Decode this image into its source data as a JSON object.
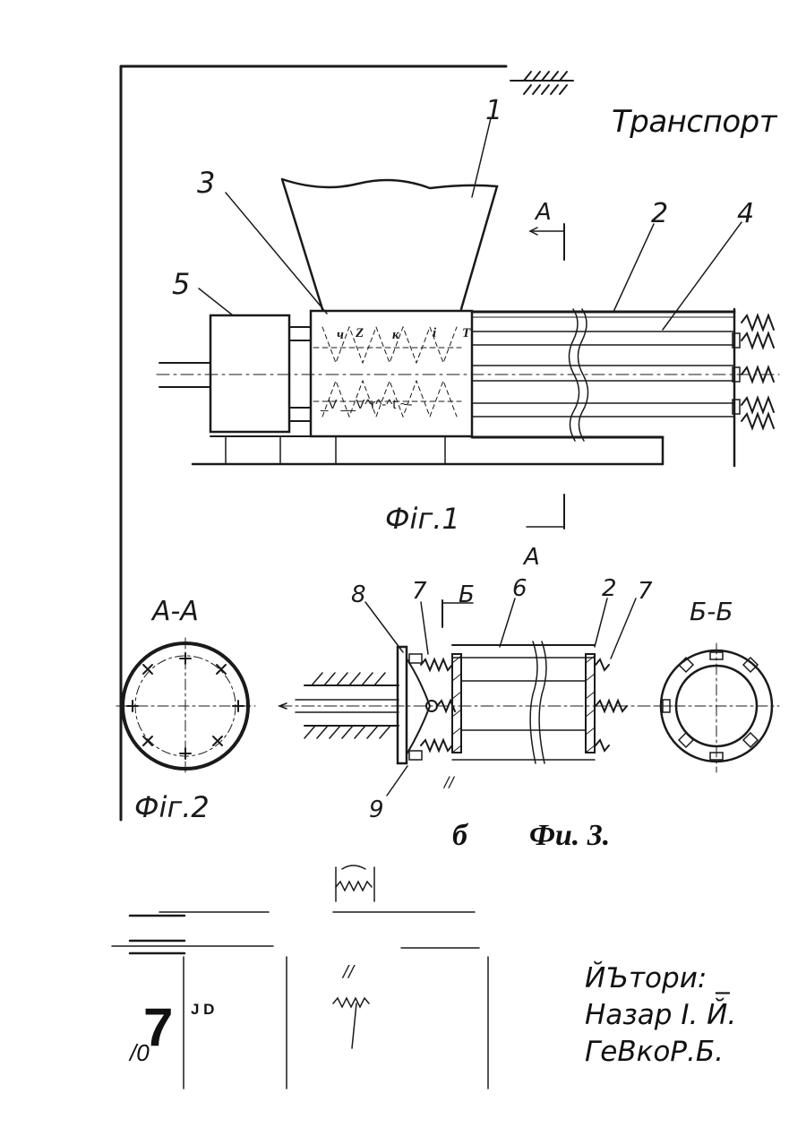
{
  "header": {
    "title": "Транспорт"
  },
  "figures": {
    "fig1": {
      "caption": "Фіг.1",
      "callouts": [
        "1",
        "2",
        "3",
        "4",
        "5"
      ],
      "section_mark": "А",
      "section_mark_bottom": "А",
      "screw_marks_top": [
        "ч",
        "Z",
        "к",
        "i",
        "T"
      ],
      "screw_marks_bottom": "_V __V^r^-^t ~-"
    },
    "fig2": {
      "caption": "Фіг.2",
      "section_title": "А-А"
    },
    "fig3": {
      "caption": "Фи. 3.",
      "prefix": "б",
      "callouts": [
        "8",
        "7",
        "6",
        "2",
        "7",
        "9"
      ],
      "section_mark": "Б",
      "section_title": "Б-Б",
      "mark_small": "//"
    }
  },
  "stamp": {
    "page_number": "7",
    "page_sub": "/0",
    "letter": "J D",
    "mark": "//"
  },
  "authors": {
    "label": "ЙЪтори: _",
    "lines": [
      "Назар І. Й.",
      "ГеВкоР.Б."
    ]
  }
}
